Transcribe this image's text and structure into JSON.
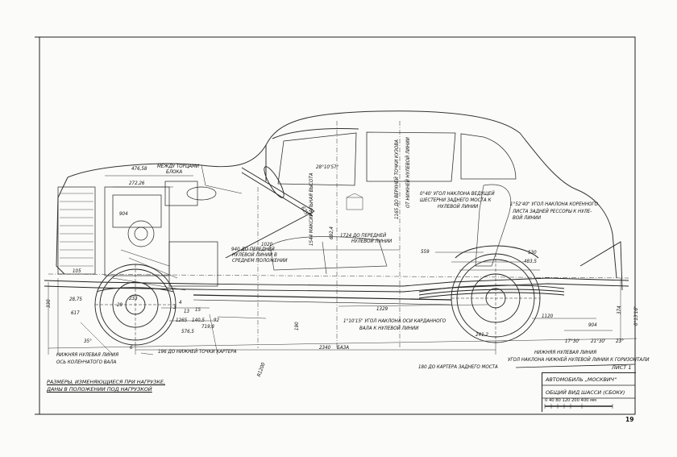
{
  "title_block": {
    "line1": "АВТОМОБИЛЬ „МОСКВИЧ“",
    "line2": "ОБЩИЙ ВИД ШАССИ (СБОКУ)",
    "sheet": "ЛИСТ 1",
    "scale_labels": "0  40 80 120   200          400 мм"
  },
  "page_number": "19",
  "note": {
    "line1": "РАЗМЕРЫ, ИЗМЕНЯЮЩИЕСЯ ПРИ НАГРУЗКЕ,",
    "line2": "ДАНЫ В ПОЛОЖЕНИИ ПОД НАГРУЗКОЙ"
  },
  "labels": {
    "between_ends": "МЕЖДУ ТОРЦАМИ",
    "block": "БЛОКА",
    "d476": "476,58",
    "d272": "272,26",
    "d904a": "904",
    "d105": "105",
    "d330": "330",
    "d2875": "28,75",
    "d617": "617",
    "d35": "35°",
    "d233": "233",
    "d29": "29",
    "d3": "3",
    "d4": "4",
    "d13": "13",
    "d15": "15",
    "d1265": "1265",
    "d1405": "140,5",
    "d92": "92",
    "d7198": "719,8",
    "d5765": "576,5",
    "d6": "6",
    "lowest_crank": "196 ДО НИЖНЕЙ ТОЧКИ КАРТЕРА",
    "ang_steer": "28°10'57\"",
    "d625": "625",
    "d1020": "1020",
    "d940": "940 ДО ПЕРЕДНЕЙ",
    "d940b": "НУЛЕВОЙ ЛИНИИ В",
    "d940c": "СРЕДНЕМ ПОЛОЖЕНИИ",
    "d1724": "1724 ДО ПЕРЕДНЕЙ",
    "d1724b": "НУЛЕВОЙ ЛИНИИ",
    "max_height": "1544 МАКСИМАЛЬНАЯ ВЫСОТА",
    "d6924": "692,4",
    "d1165": "1165 ДО ВЕРХНЕЙ ТОЧКИ КУЗОВА",
    "body_zero": "ОТ НИЖНЕЙ НУЛЕВОЙ ЛИНИИ",
    "ang_rear_gear1": "0°40' УГОЛ НАКЛОНА ВЕДУЩЕЙ",
    "ang_rear_gear2": "ШЕСТЕРНИ ЗАДНЕГО МОСТА К",
    "ang_rear_gear3": "НУЛЕВОЙ ЛИНИИ",
    "ang_spring1": "1°52'40\" УГОЛ НАКЛОНА КОРЕННОГО",
    "ang_spring2": "ЛИСТА ЗАДНЕЙ РЕССОРЫ К НУЛЕ-",
    "ang_spring3": "ВОЙ ЛИНИИ",
    "d559": "559",
    "d530": "530",
    "d4835": "483,5",
    "d1329": "1329",
    "d190": "190",
    "ang_shaft1": "1°10'15\" УГОЛ НАКЛОНА ОСИ КАРДАННОГО",
    "ang_shaft2": "ВАЛА  К НУЛЕВОЙ ЛИНИИ",
    "d2340": "2340",
    "base": "БАЗА",
    "d2412": "241,2",
    "d1120": "1120",
    "d904b": "904",
    "d1730": "17°30'",
    "d2130": "21°30'",
    "d23": "23°",
    "d374": "374",
    "d013": "0°13'16\"",
    "r1200": "R1200",
    "lower_zero": "НИЖНЯЯ НУЛЕВАЯ ЛИНИЯ",
    "crank_axis": "ОСЬ КОЛЕНЧАТОГО ВАЛА",
    "rear_axle": "180 ДО КАРТЕРА ЗАДНЕГО МОСТА",
    "lower_zero_r": "НИЖНЯЯ НУЛЕВАЯ ЛИНИЯ",
    "ang_horiz": "УГОЛ НАКЛОНА НИЖНЕЙ НУЛЕВОЙ ЛИНИИ К ГОРИЗОНТАЛИ"
  }
}
